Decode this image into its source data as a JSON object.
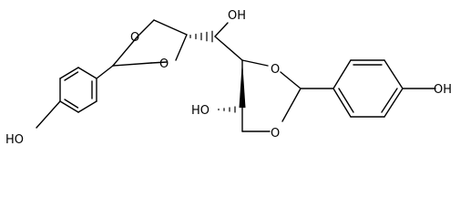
{
  "labels": {
    "dioxolane_o_top": "O",
    "dioxolane_o_bottom": "O",
    "dioxane_o_top": "O",
    "dioxane_o_bottom": "O",
    "hydroxyl_top": "OH",
    "hydroxyl_ring": "HO",
    "phenol_left": "HO",
    "phenol_right": "OH"
  }
}
